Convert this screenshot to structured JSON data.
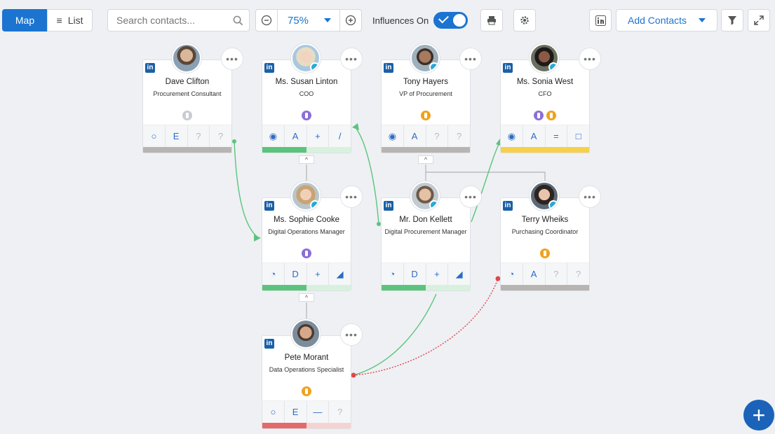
{
  "toolbar": {
    "view_map": "Map",
    "view_list": "List",
    "search_placeholder": "Search contacts...",
    "zoom_value": "75%",
    "influences_label": "Influences On",
    "add_contacts_label": "Add Contacts"
  },
  "colors": {
    "accent": "#1b74d0",
    "green": "#5bc47c",
    "yellow": "#f7cf4a",
    "red": "#e46a6a",
    "grey": "#b8b4b1",
    "purple": "#8b6fd6",
    "orange": "#f0a21e"
  },
  "contacts": [
    {
      "name": "Dave Clifton",
      "title": "Procurement Consultant",
      "row": [
        "○",
        "E",
        "?",
        "?"
      ],
      "icons": [
        "circle-outline-icon",
        "letter",
        "question-icon",
        "question-icon"
      ],
      "status": "grey"
    },
    {
      "name": "Ms. Susan Linton",
      "title": "COO",
      "row": [
        "◉",
        "A",
        "+",
        "/"
      ],
      "icons": [
        "circle-dot-icon",
        "letter",
        "plus-icon",
        "slash-icon"
      ],
      "status": "green"
    },
    {
      "name": "Tony Hayers",
      "title": "VP of Procurement",
      "row": [
        "◉",
        "A",
        "?",
        "?"
      ],
      "icons": [
        "circle-dot-icon",
        "letter",
        "question-icon",
        "question-icon"
      ],
      "status": "grey"
    },
    {
      "name": "Ms. Sonia West",
      "title": "CFO",
      "row": [
        "◉",
        "A",
        "=",
        "□"
      ],
      "icons": [
        "circle-dot-icon",
        "letter",
        "equals-icon",
        "square-icon"
      ],
      "status": "yellow"
    },
    {
      "name": "Ms. Sophie Cooke",
      "title": "Digital Operations Manager",
      "row": [
        "◔",
        "D",
        "+",
        "◢"
      ],
      "icons": [
        "pie-icon",
        "letter",
        "plus-icon",
        "triangle-icon"
      ],
      "status": "green"
    },
    {
      "name": "Mr. Don Kellett",
      "title": "Digital Procurement Manager",
      "row": [
        "◔",
        "D",
        "+",
        "◢"
      ],
      "icons": [
        "pie-icon",
        "letter",
        "plus-icon",
        "triangle-icon"
      ],
      "status": "green"
    },
    {
      "name": "Terry Wheiks",
      "title": "Purchasing Coordinator",
      "row": [
        "◔",
        "A",
        "?",
        "?"
      ],
      "icons": [
        "pie-icon",
        "letter",
        "question-icon",
        "question-icon"
      ],
      "status": "grey"
    },
    {
      "name": "Pete Morant",
      "title": "Data Operations Specialist",
      "row": [
        "○",
        "E",
        "—",
        "?"
      ],
      "icons": [
        "circle-outline-icon",
        "letter",
        "minus-icon",
        "question-icon"
      ],
      "status": "red"
    }
  ]
}
